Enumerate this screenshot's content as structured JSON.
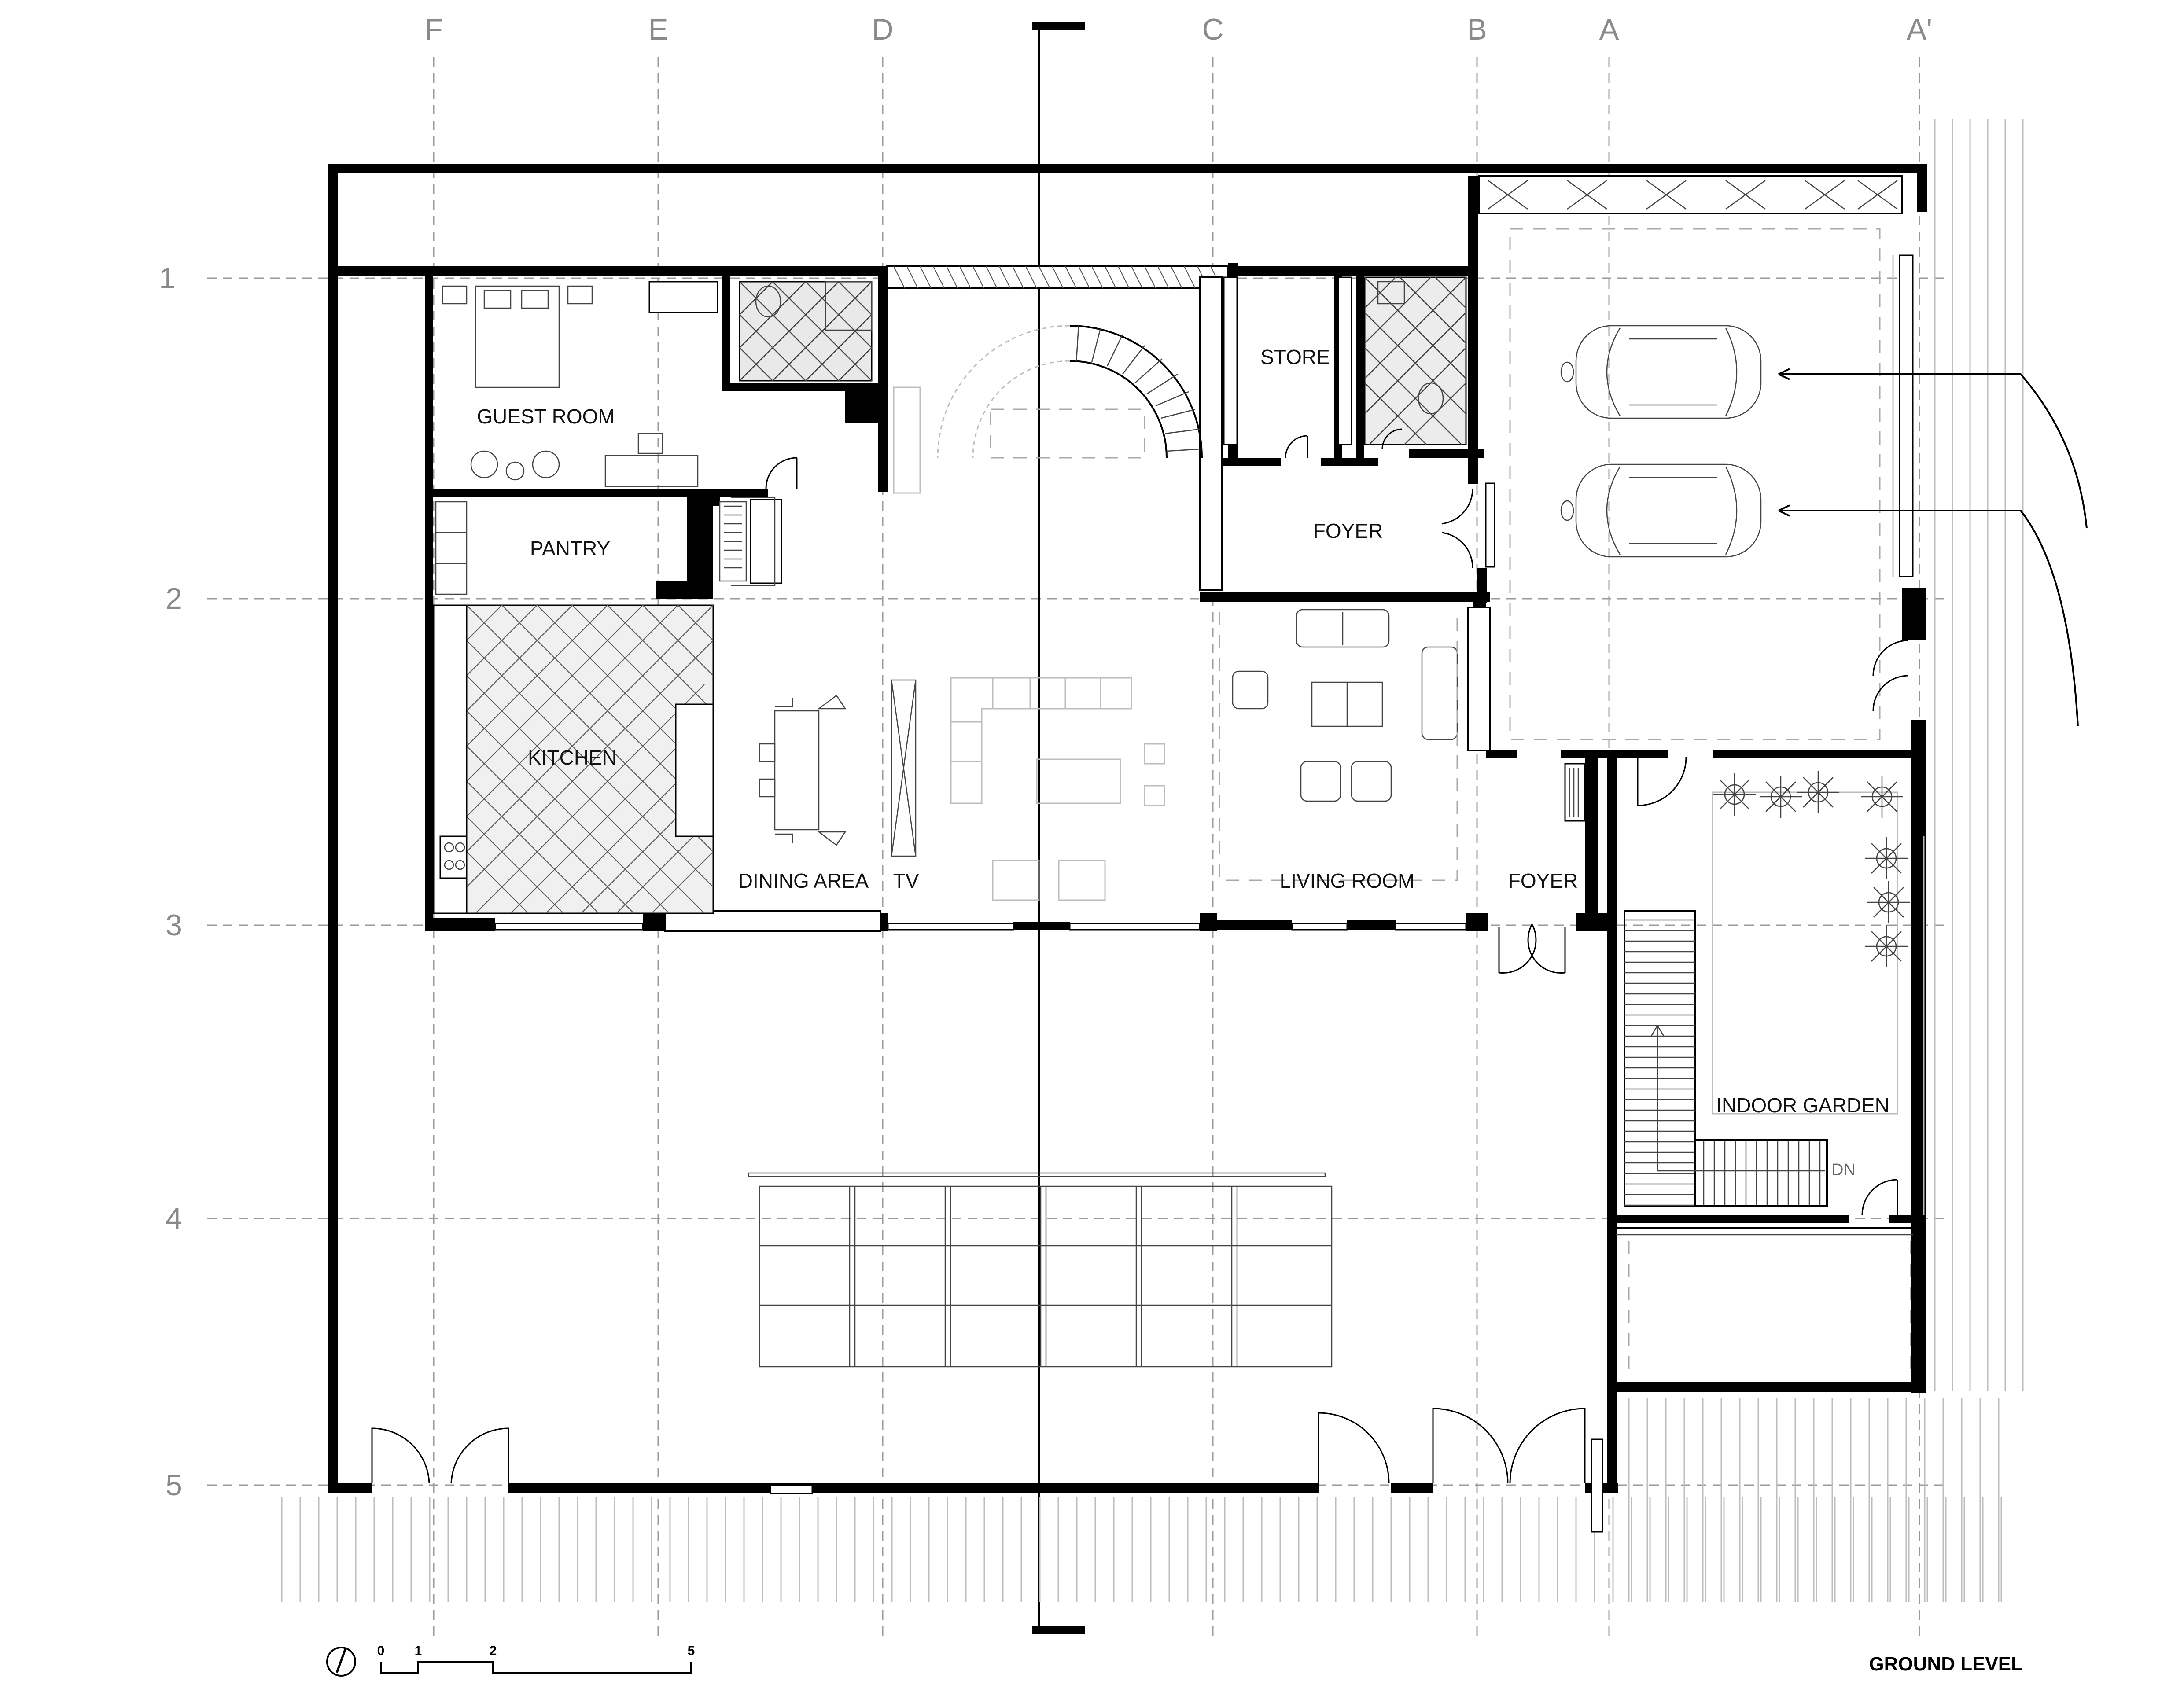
{
  "grid": {
    "columns": [
      "F",
      "E",
      "D",
      "C",
      "B",
      "A",
      "A'"
    ],
    "rows": [
      "1",
      "2",
      "3",
      "4",
      "5"
    ]
  },
  "rooms": {
    "guest_room": "GUEST ROOM",
    "pantry": "PANTRY",
    "kitchen": "KITCHEN",
    "dining_area": "DINING AREA",
    "tv": "TV",
    "store": "STORE",
    "foyer_upper": "FOYER",
    "living_room": "LIVING ROOM",
    "foyer_lower": "FOYER",
    "indoor_garden": "INDOOR GARDEN"
  },
  "stair": {
    "down_label": "DN"
  },
  "scale_bar": {
    "ticks": [
      "0",
      "1",
      "2",
      "5"
    ]
  },
  "level_title": "GROUND LEVEL"
}
